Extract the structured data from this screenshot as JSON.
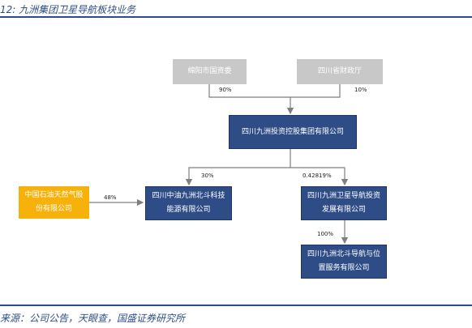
{
  "title": "12: 九洲集团卫星导航板块业务",
  "source": "来源：公司公告，天眼查，国盛证券研究所",
  "colors": {
    "header": "#2e4d87",
    "gray_box": "#c8c8c8",
    "blue_box": "#2e4d87",
    "yellow_box": "#f6b20b",
    "line": "#7f7f7f"
  },
  "nodes": {
    "mianyang": "绵阳市国资委",
    "sichuan_finance": "四川省财政厅",
    "jiuzhou_group": "四川九洲投资控股集团有限公司",
    "petrochina": "中国石油天然气股份有限公司",
    "beidou_tech": "四川中油九洲北斗科技能源有限公司",
    "satellite_nav": "四川九洲卫星导航投资发展有限公司",
    "beidou_service": "四川九洲北斗导航与位置服务有限公司"
  },
  "edges": {
    "mianyang_to_group": "90%",
    "finance_to_group": "10%",
    "group_to_beidou_tech": "30%",
    "group_to_satellite": "0.42819%",
    "petrochina_to_beidou_tech": "48%",
    "satellite_to_service": "100%"
  }
}
